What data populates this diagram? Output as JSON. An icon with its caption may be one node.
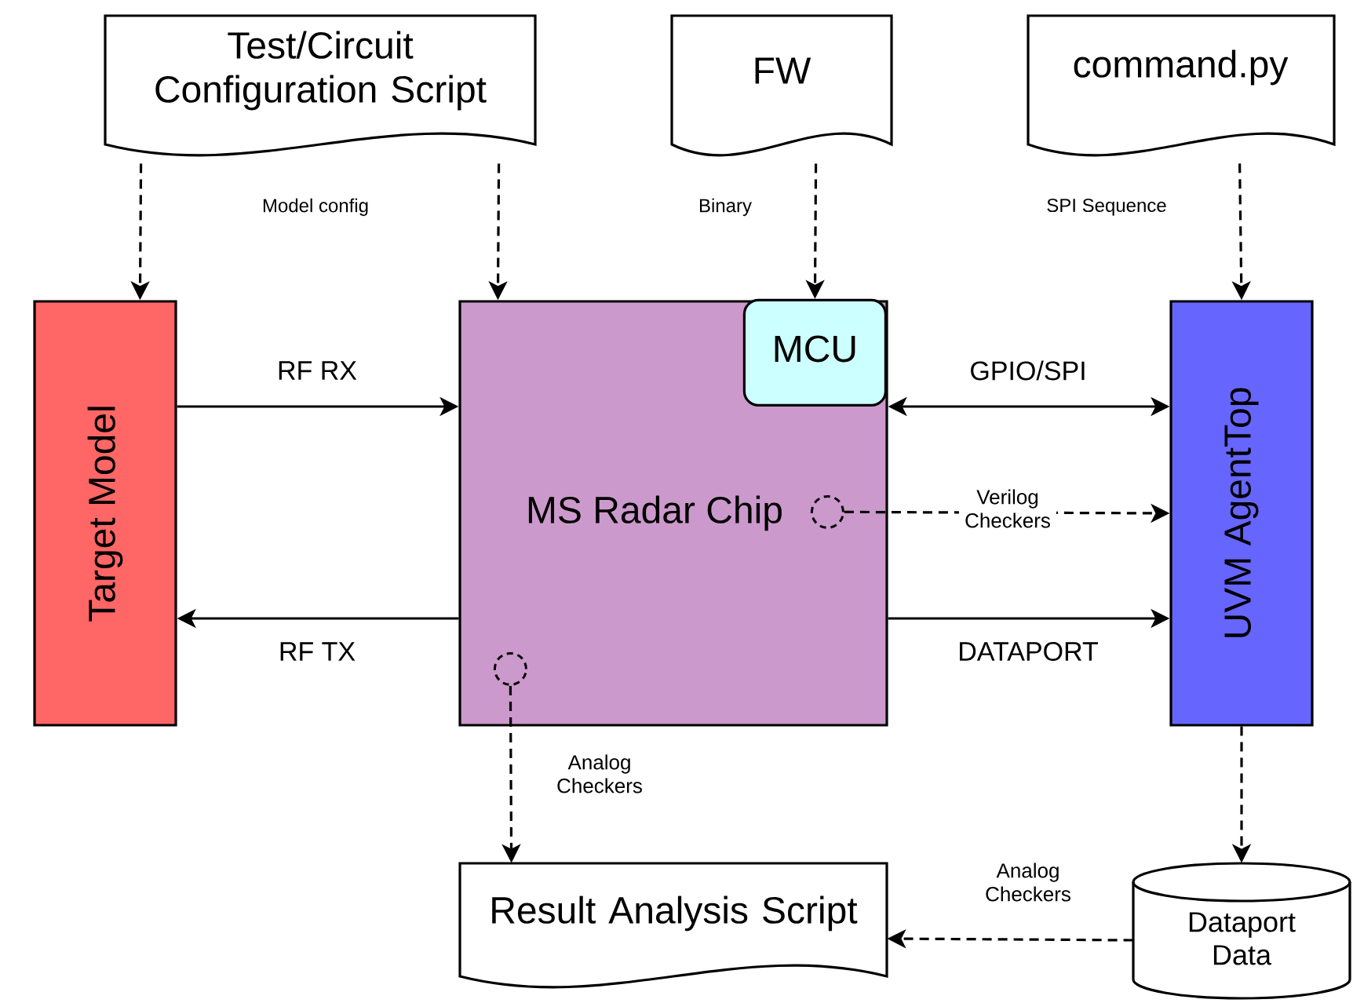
{
  "diagram": {
    "nodes": [
      {
        "text": [
          "Test/Circuit Configuration Script"
        ]
      },
      {
        "text": [
          "FW"
        ]
      },
      {
        "text": [
          "command.py"
        ]
      },
      {
        "text": [
          "Target Model"
        ]
      },
      {
        "text": [
          "MS Radar Chip"
        ]
      },
      {
        "text": [
          "MCU"
        ],
        "in": 4
      },
      {
        "text": [
          "UVM AgentTop"
        ]
      },
      {
        "text": [],
        "shape": "circle",
        "in": 4
      },
      {
        "text": [],
        "shape": "circle",
        "in": 4
      },
      {
        "text": [
          "Result Analysis Script"
        ]
      },
      {
        "text": [
          "Dataport Data"
        ]
      }
    ],
    "edges": [
      {
        "from": 0,
        "to": 3,
        "arrow": "to",
        "style": "dashed"
      },
      {
        "from": 0,
        "to": 4,
        "arrow": "to",
        "style": "dashed"
      },
      {
        "from": 1,
        "to": 5,
        "arrow": "to",
        "style": "dashed",
        "label": "Binary"
      },
      {
        "from": 2,
        "to": 6,
        "arrow": "to",
        "style": "dashed",
        "label": "SPI Sequence"
      },
      {
        "from": 3,
        "to": 4,
        "arrow": "to",
        "label": "RF RX"
      },
      {
        "from": 4,
        "to": 3,
        "arrow": "to",
        "label": "RF TX"
      },
      {
        "from": 4,
        "to": 6,
        "arrow": "both",
        "label": "GPIO/SPI"
      },
      {
        "from": 7,
        "to": 6,
        "arrow": "to",
        "style": "dashed",
        "label": "Verilog Checkers"
      },
      {
        "from": 4,
        "to": 6,
        "arrow": "to",
        "label": "DATAPORT"
      },
      {
        "from": 8,
        "to": 9,
        "arrow": "to",
        "style": "dashed",
        "label": "Analog Checkers"
      },
      {
        "from": 6,
        "to": 10,
        "arrow": "to",
        "style": "dashed"
      },
      {
        "from": 10,
        "to": 9,
        "arrow": "to",
        "style": "dashed",
        "label": "Analog Checkers"
      }
    ],
    "labels": [
      "Model config"
    ]
  }
}
